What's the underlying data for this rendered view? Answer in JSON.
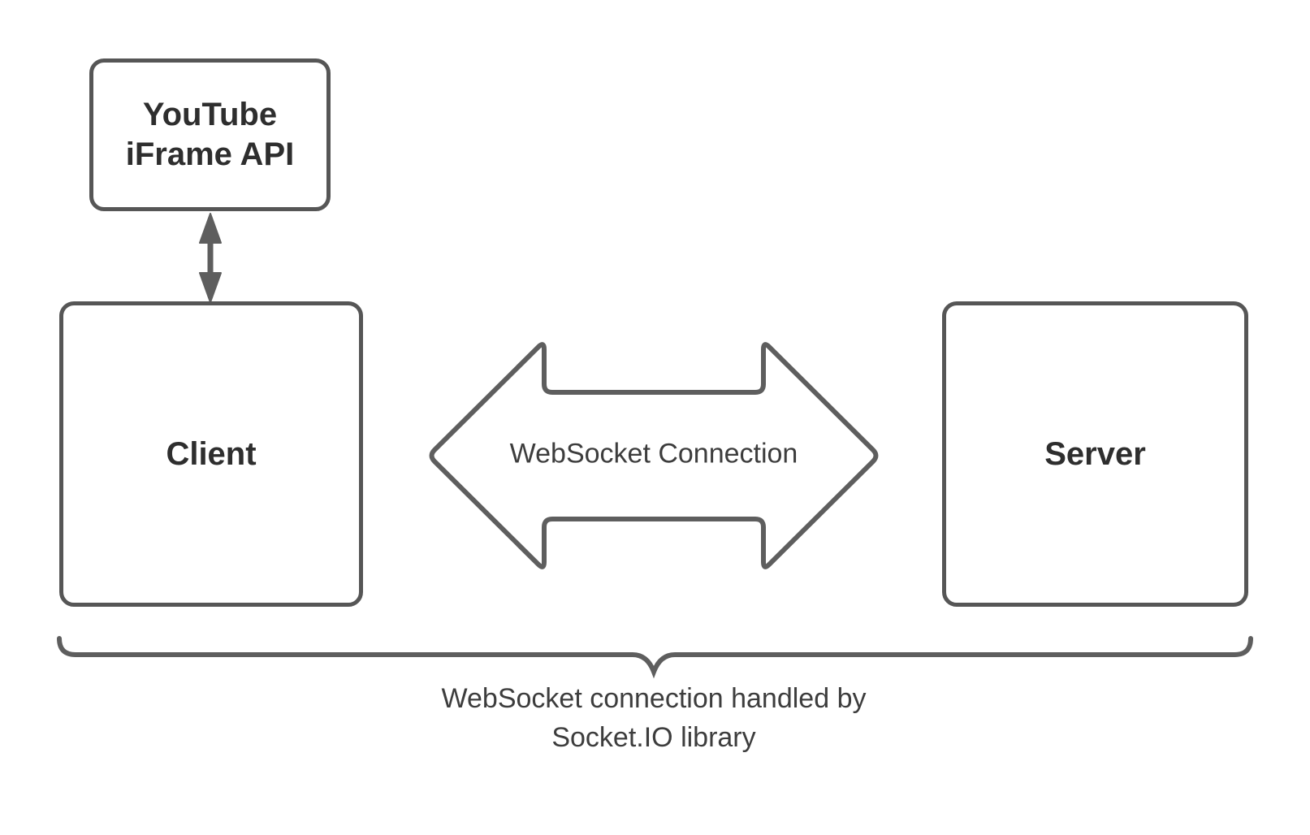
{
  "diagram": {
    "colors": {
      "background": "#ffffff",
      "outline": "#565656",
      "connector": "#5e5e5e",
      "node_label": "#2e2e2e",
      "text": "#3d3d3d"
    },
    "nodes": {
      "youtube": {
        "line1": "YouTube",
        "line2": "iFrame API"
      },
      "client": {
        "label": "Client"
      },
      "server": {
        "label": "Server"
      }
    },
    "connector": {
      "label": "WebSocket Connection"
    },
    "caption": {
      "line1": "WebSocket connection handled by",
      "line2": "Socket.IO library"
    }
  }
}
